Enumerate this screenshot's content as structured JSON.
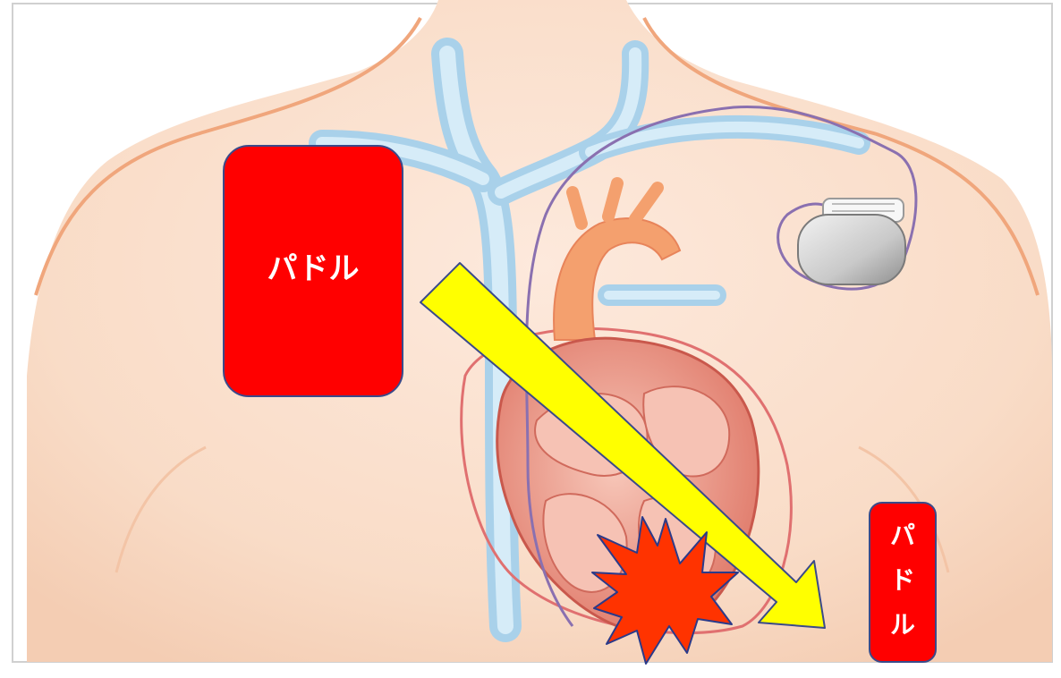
{
  "labels": {
    "paddle_large": "パドル",
    "paddle_small_chars": [
      "パ",
      "ド",
      "ル"
    ]
  },
  "colors": {
    "paddle": "#ff0000",
    "paddle_border": "#3a4a8a",
    "arrow": "#ffff00",
    "starburst": "#ff3300",
    "skin": "#fbe3d2",
    "vessel": "#bcdcef",
    "heart": "#e88877"
  }
}
